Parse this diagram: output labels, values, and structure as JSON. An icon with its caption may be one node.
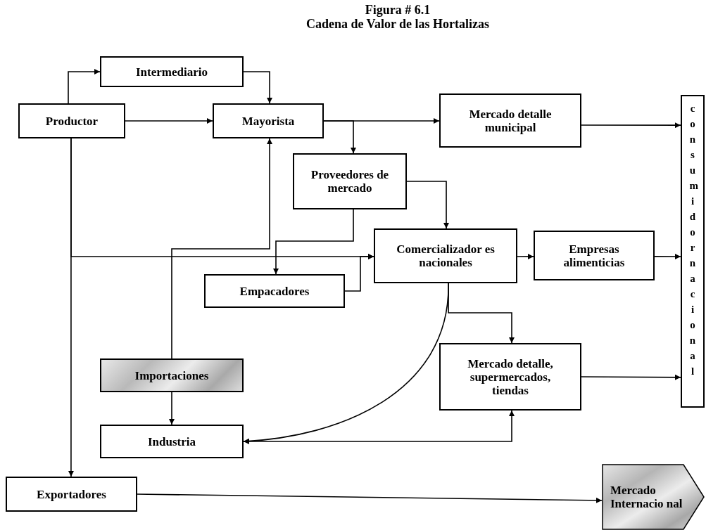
{
  "diagram": {
    "title": "Figura # 6.1",
    "nodes": [
      {
        "text": [
          "Productor"
        ]
      },
      {
        "text": [
          "Intermediario"
        ]
      },
      {
        "text": [
          "Mayorista"
        ]
      },
      {
        "text": [
          "Mercado detalle municipal"
        ]
      },
      {
        "text": [
          "consumidor nacional"
        ]
      },
      {
        "text": [
          "Proveedores de mercado"
        ]
      },
      {
        "text": [
          "Comercializador es nacionales"
        ]
      },
      {
        "text": [
          "Empresas alimenticias"
        ]
      },
      {
        "text": [
          "Empacadores"
        ]
      },
      {
        "text": [
          "Mercado detalle, supermercados, tiendas"
        ]
      },
      {
        "text": [
          "Importaciones"
        ]
      },
      {
        "text": [
          "Industria"
        ]
      },
      {
        "text": [
          "Exportadores"
        ]
      },
      {
        "text": [
          "Mercado Internacio nal"
        ]
      }
    ],
    "edges": [
      {
        "from": 0,
        "to": 1,
        "arrow": "to"
      },
      {
        "from": 1,
        "to": 2,
        "arrow": "to"
      },
      {
        "from": 0,
        "to": 2,
        "arrow": "to"
      },
      {
        "from": 2,
        "to": 3,
        "arrow": "to"
      },
      {
        "from": 2,
        "to": 5,
        "arrow": "to"
      },
      {
        "from": 3,
        "to": 4,
        "arrow": "to"
      },
      {
        "from": 5,
        "to": 6,
        "arrow": "to"
      },
      {
        "from": 5,
        "to": 8,
        "arrow": "to"
      },
      {
        "from": 0,
        "to": 6,
        "arrow": "to"
      },
      {
        "from": 8,
        "to": 6,
        "arrow": "to"
      },
      {
        "from": 6,
        "to": 7,
        "arrow": "to"
      },
      {
        "from": 7,
        "to": 4,
        "arrow": "to"
      },
      {
        "from": 6,
        "to": 9,
        "arrow": "to"
      },
      {
        "from": 6,
        "to": 11,
        "arrow": "to"
      },
      {
        "from": 10,
        "to": 2,
        "arrow": "to"
      },
      {
        "from": 10,
        "to": 11,
        "arrow": "to"
      },
      {
        "from": 11,
        "to": 9,
        "arrow": "both"
      },
      {
        "from": 9,
        "to": 4,
        "arrow": "to"
      },
      {
        "from": 0,
        "to": 12,
        "arrow": "to"
      },
      {
        "from": 12,
        "to": 13,
        "arrow": "to"
      }
    ],
    "labels": [
      "Cadena de Valor de las Hortalizas"
    ]
  }
}
